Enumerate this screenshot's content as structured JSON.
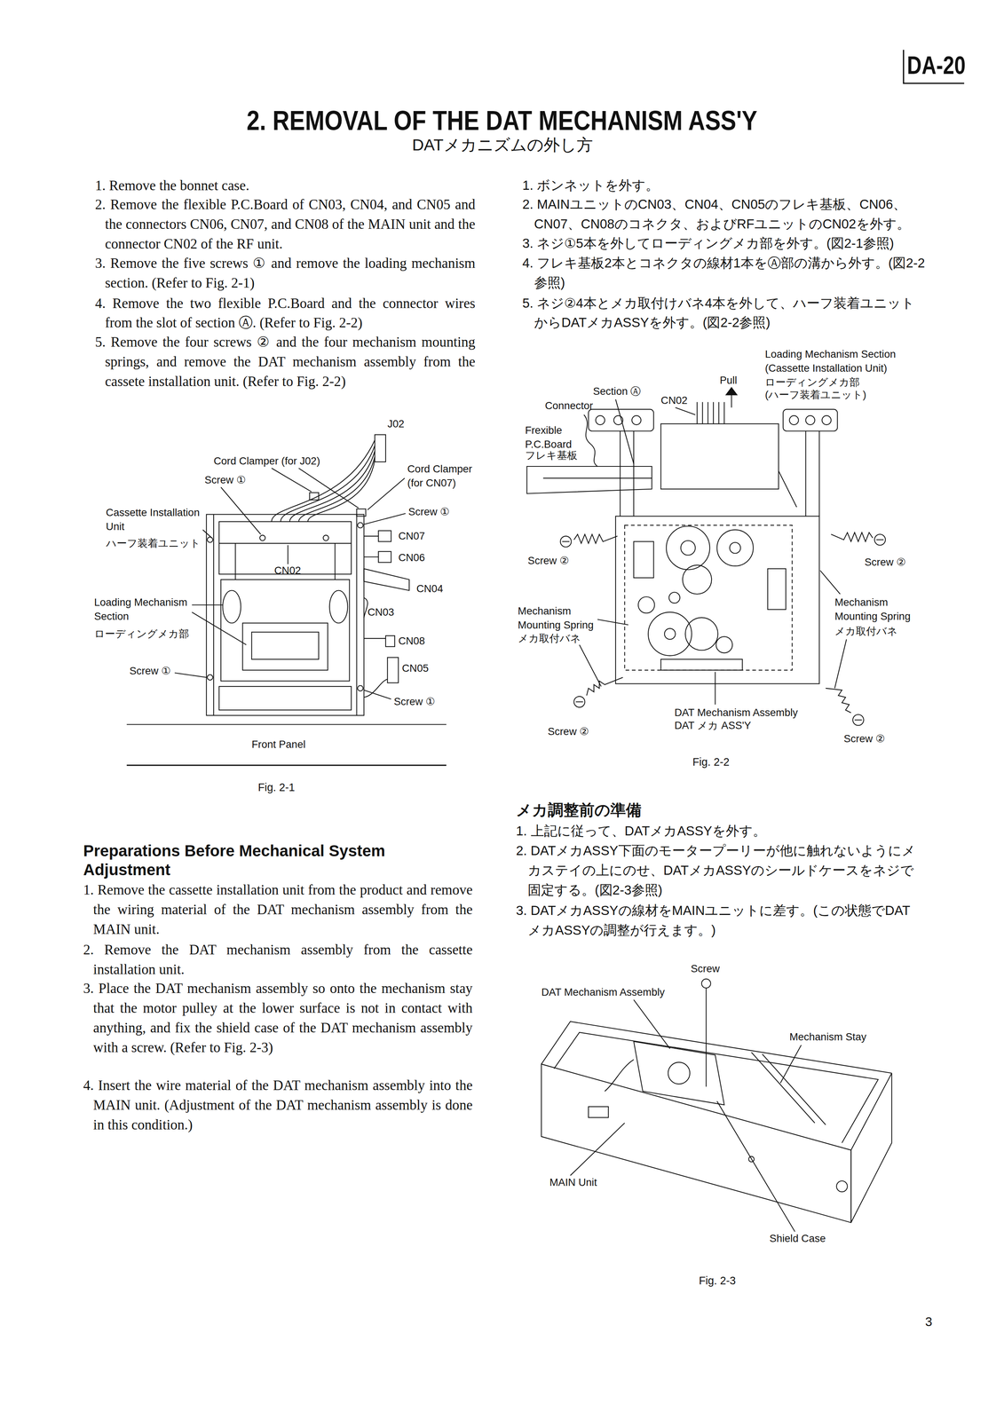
{
  "diagram": {
    "title": "2. REMOVAL OF THE DAT MECHANISM ASS'Y",
    "labels": [
      "DA-20",
      "DATメカニズムの外し方",
      "1. Remove the bonnet case.",
      "2. Remove the flexible P.C.Board of CN03, CN04, and CN05 and the connectors CN06, CN07, and CN08 of the MAIN unit and the connector CN02 of the RF unit.",
      "3. Remove the five screws ① and remove the loading mechanism section. (Refer to Fig. 2-1)",
      "4. Remove the two flexible P.C.Board and the connector wires from the slot of section Ⓐ. (Refer to Fig. 2-2)",
      "5. Remove the four screws ② and the four mechanism mounting springs, and remove the DAT mechanism assembly from the cassete installation unit. (Refer to Fig. 2-2)",
      "1. ボンネットを外す。",
      "2. MAINユニットのCN03、CN04、CN05のフレキ基板、CN06、CN07、CN08のコネクタ、およびRFユニットのCN02を外す。",
      "3. ネジ①5本を外してローディングメカ部を外す。(図2-1参照)",
      "4. フレキ基板2本とコネクタの線材1本をⒶ部の溝から外す。(図2-2参照)",
      "5. ネジ②4本とメカ取付けバネ4本を外して、ハーフ装着ユニットからDATメカASSYを外す。(図2-2参照)",
      "J02",
      "Cord Clamper (for J02)",
      "Cord Clamper (for CN07)",
      "Screw ①",
      "Cassette Installation Unit",
      "ハーフ装着ユニット",
      "Screw ①",
      "CN07",
      "CN06",
      "CN02",
      "CN04",
      "Loading Mechanism Section",
      "ローディングメカ部",
      "CN03",
      "CN08",
      "Screw ①",
      "CN05",
      "Screw ①",
      "Front Panel",
      "Fig. 2-1",
      "Loading Mechanism Section (Cassette Installation Unit)",
      "ローディングメカ部",
      "(ハーフ装着ユニット)",
      "Pull",
      "Section Ⓐ",
      "Connector",
      "CN02",
      "Frexible P.C.Board",
      "フレキ基板",
      "Screw ②",
      "Screw ②",
      "Mechanism Mounting Spring",
      "メカ取付バネ",
      "Mechanism Mounting Spring",
      "メカ取付バネ",
      "DAT Mechanism Assembly",
      "DAT メカ ASS'Y",
      "Screw ②",
      "Screw ②",
      "Fig. 2-2",
      "Preparations Before Mechanical System Adjustment",
      "1. Remove the cassette installation unit from the product and remove the wiring material of the DAT mechanism assembly from the MAIN unit.",
      "2. Remove the DAT mechanism assembly from the cassette installation unit.",
      "3. Place the DAT mechanism assembly so onto the mechanism stay that the motor pulley at the lower surface is not in contact with anything, and fix the shield case of the DAT mechanism assembly with a screw. (Refer to Fig. 2-3)",
      "4. Insert the wire material of the DAT mechanism assembly into the MAIN unit. (Adjustment of the DAT mechanism assembly is done in this condition.)",
      "メカ調整前の準備",
      "1. 上記に従って、DATメカASSYを外す。",
      "2. DATメカASSY下面のモータープーリーが他に触れないようにメカステイの上にのせ、DATメカASSYのシールドケースをネジで固定する。(図2-3参照)",
      "3. DATメカASSYの線材をMAINユニットに差す。(この状態でDATメカASSYの調整が行えます。)",
      "Screw",
      "DAT Mechanism Assembly",
      "Mechanism Stay",
      "MAIN Unit",
      "Shield Case",
      "Fig. 2-3",
      "3"
    ]
  }
}
